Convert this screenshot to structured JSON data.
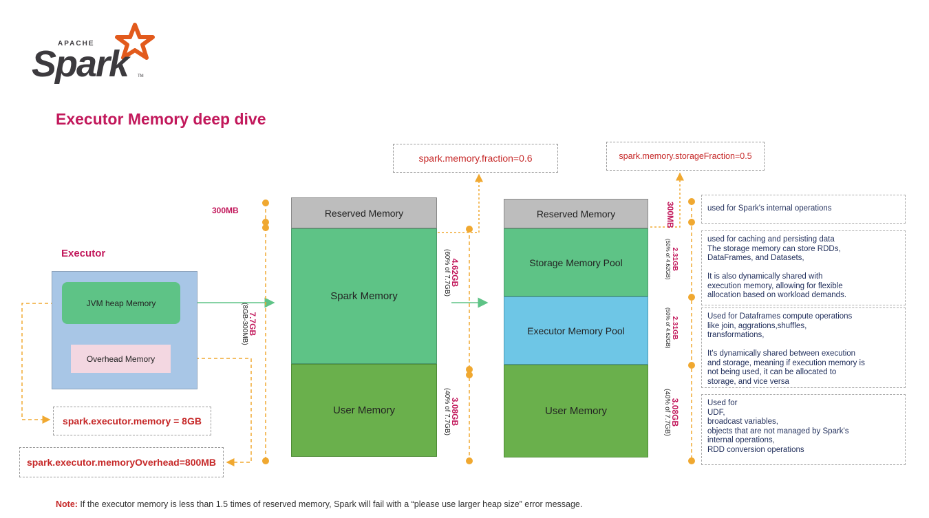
{
  "logo": {
    "apache": "APACHE",
    "spark": "Spark",
    "tm": "TM"
  },
  "title": "Executor Memory deep dive",
  "executor": {
    "label": "Executor",
    "heap": "JVM heap Memory",
    "overhead": "Overhead Memory",
    "memory_config": "spark.executor.memory = 8GB",
    "overhead_config": "spark.executor.memoryOverhead=800MB"
  },
  "left_axis": {
    "top_label": "300MB",
    "total": "7.7GB",
    "total_sub": "(8GB-300MB)"
  },
  "col1": {
    "reserved": "Reserved Memory",
    "spark": "Spark Memory",
    "user": "User Memory",
    "fraction_config": "spark.memory.fraction=0.6",
    "spark_size": "4.62GB",
    "spark_sub": "(60% of 7.7GB)",
    "user_size": "3.08GB",
    "user_sub": "(40% of 7.7GB)"
  },
  "col2": {
    "reserved": "Reserved Memory",
    "storage": "Storage Memory Pool",
    "execution": "Executor Memory Pool",
    "user": "User Memory",
    "storage_fraction_config": "spark.memory.storageFraction=0.5",
    "reserved_size": "300MB",
    "storage_size": "2.31GB",
    "storage_sub": "(50% of 4.62GB)",
    "exec_size": "2.31GB",
    "exec_sub": "(50% of 4.62GB)",
    "user_size": "3.08GB",
    "user_sub": "(40% of 7.7GB)"
  },
  "descriptions": {
    "reserved": "used for Spark's internal operations",
    "storage": "used for caching and persisting data\nThe storage memory can store RDDs,\nDataFrames, and Datasets,\n\nIt is also dynamically shared with\nexecution memory, allowing for flexible\nallocation based on workload demands.",
    "execution": "Used for Dataframes compute operations\nlike join, aggrations,shuffles,\ntransformations,\n\nIt's dynamically shared between execution\nand storage, meaning if execution memory is\nnot being used, it can be allocated to\nstorage, and vice versa",
    "user": "Used for\nUDF,\nbroadcast variables,\nobjects that are not managed by Spark's\ninternal operations,\nRDD conversion operations"
  },
  "note": {
    "label": "Note:",
    "text": " If the executor memory is less than 1.5 times of reserved memory, Spark will fail with a “please use larger heap size” error message."
  },
  "colors": {
    "accent": "#c2185b",
    "orange": "#f0a830",
    "green_light": "#5ec386",
    "green_dark": "#6ab04c",
    "blue": "#6ec6e6",
    "gray": "#bdbdbd",
    "executor_bg": "#a8c6e6",
    "overhead_bg": "#f3d7e1"
  }
}
